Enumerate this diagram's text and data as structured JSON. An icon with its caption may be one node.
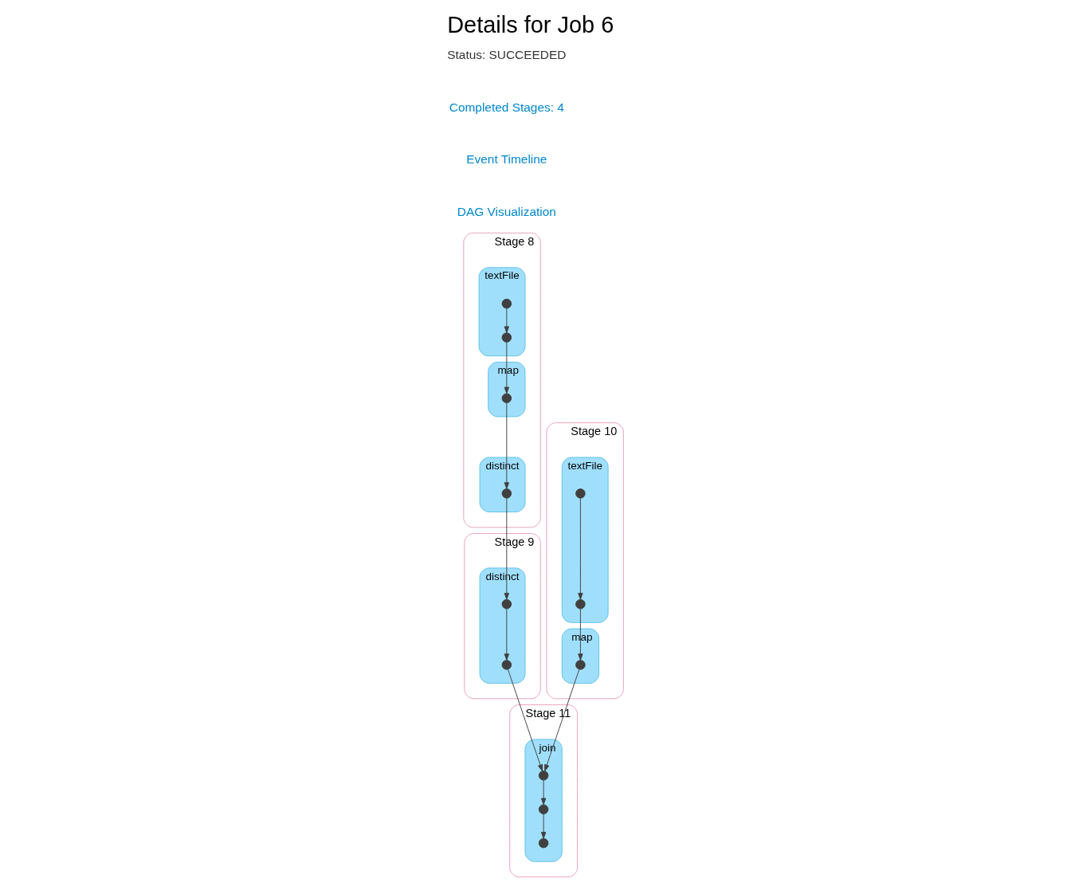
{
  "diagram": {
    "title": "Details for Job 6",
    "nodes": [
      {
        "text": [
          "Stage 8"
        ]
      },
      {
        "text": [
          "textFile"
        ],
        "in": 0
      },
      {
        "text": [],
        "shape": "circle",
        "in": 1
      },
      {
        "text": [],
        "shape": "circle",
        "in": 1
      },
      {
        "text": [
          "map"
        ],
        "in": 0
      },
      {
        "text": [],
        "shape": "circle",
        "in": 4
      },
      {
        "text": [
          "distinct"
        ],
        "in": 0
      },
      {
        "text": [],
        "shape": "circle",
        "in": 6
      },
      {
        "text": [
          "Stage 9"
        ]
      },
      {
        "text": [
          "distinct"
        ],
        "in": 8
      },
      {
        "text": [],
        "shape": "circle",
        "in": 9
      },
      {
        "text": [],
        "shape": "circle",
        "in": 9
      },
      {
        "text": [
          "Stage 10"
        ]
      },
      {
        "text": [
          "textFile"
        ],
        "in": 12
      },
      {
        "text": [],
        "shape": "circle",
        "in": 13
      },
      {
        "text": [],
        "shape": "circle",
        "in": 13
      },
      {
        "text": [
          "map"
        ],
        "in": 12
      },
      {
        "text": [],
        "shape": "circle",
        "in": 16
      },
      {
        "text": [
          "Stage 11"
        ]
      },
      {
        "text": [
          "join"
        ],
        "in": 18
      },
      {
        "text": [],
        "shape": "circle",
        "in": 19
      },
      {
        "text": [],
        "shape": "circle",
        "in": 19
      },
      {
        "text": [],
        "shape": "circle",
        "in": 19
      }
    ],
    "edges": [
      {
        "from": 2,
        "to": 3,
        "arrow": "to"
      },
      {
        "from": 3,
        "to": 5,
        "arrow": "to"
      },
      {
        "from": 5,
        "to": 7,
        "arrow": "to"
      },
      {
        "from": 7,
        "to": 10,
        "arrow": "to"
      },
      {
        "from": 10,
        "to": 11,
        "arrow": "to"
      },
      {
        "from": 11,
        "to": 20,
        "arrow": "to"
      },
      {
        "from": 14,
        "to": 15,
        "arrow": "to"
      },
      {
        "from": 15,
        "to": 17,
        "arrow": "to"
      },
      {
        "from": 17,
        "to": 20,
        "arrow": "to"
      },
      {
        "from": 20,
        "to": 21,
        "arrow": "to"
      },
      {
        "from": 21,
        "to": 22,
        "arrow": "to"
      }
    ],
    "labels": [
      "Status: SUCCEEDED",
      "Completed Stages: 4",
      "Event Timeline",
      "DAG Visualization"
    ]
  }
}
